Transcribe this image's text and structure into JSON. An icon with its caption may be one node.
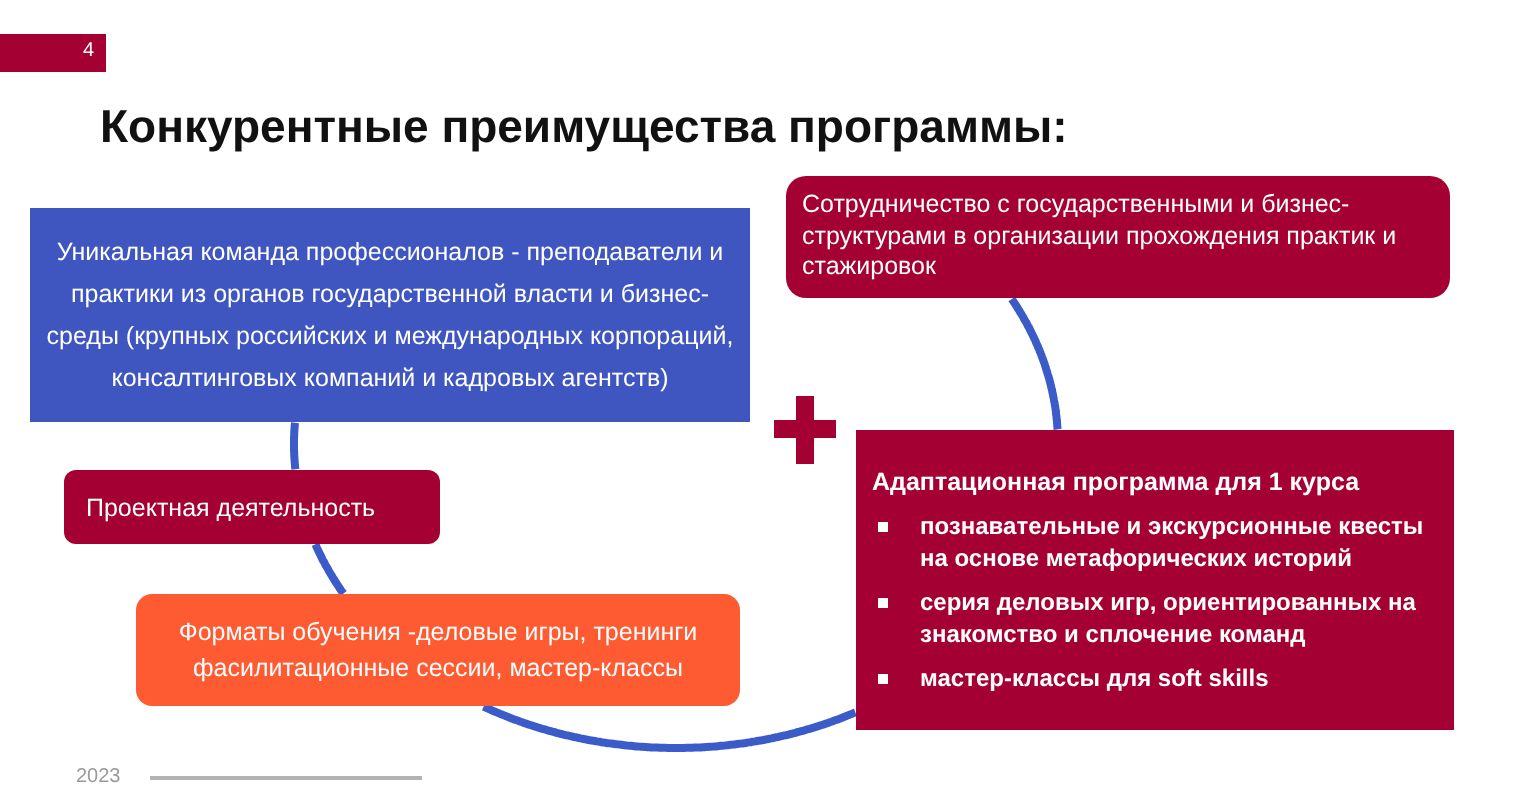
{
  "diagram": {
    "title": "Конкурентные преимущества программы:",
    "nodes": [
      {
        "text": [
          "Уникальная команда профессионалов - преподаватели и практики из органов государственной власти и бизнес-среды (крупных российских и международных корпораций, консалтинговых компаний и кадровых агентств)"
        ]
      },
      {
        "text": [
          "Сотрудничество с государственными и бизнес-структурами в организации прохождения практик и стажировок"
        ]
      },
      {
        "text": [
          "Проектная деятельность"
        ]
      },
      {
        "text": [
          "Адаптационная программа для 1 курса",
          "познавательные и экскурсионные квесты на основе метафорических историй",
          "серия деловых игр, ориентированных на знакомство и сплочение команд",
          "мастер-классы для soft skills"
        ]
      },
      {
        "text": [
          "Форматы обучения -деловые игры, тренинги фасилитационные сессии, мастер-классы"
        ]
      }
    ],
    "edges": [
      {
        "from": 0,
        "to": 2,
        "arrow": "none"
      },
      {
        "from": 2,
        "to": 4,
        "arrow": "none"
      },
      {
        "from": 4,
        "to": 3,
        "arrow": "none"
      },
      {
        "from": 3,
        "to": 1,
        "arrow": "none"
      }
    ],
    "labels": [
      "4",
      "2023"
    ]
  }
}
